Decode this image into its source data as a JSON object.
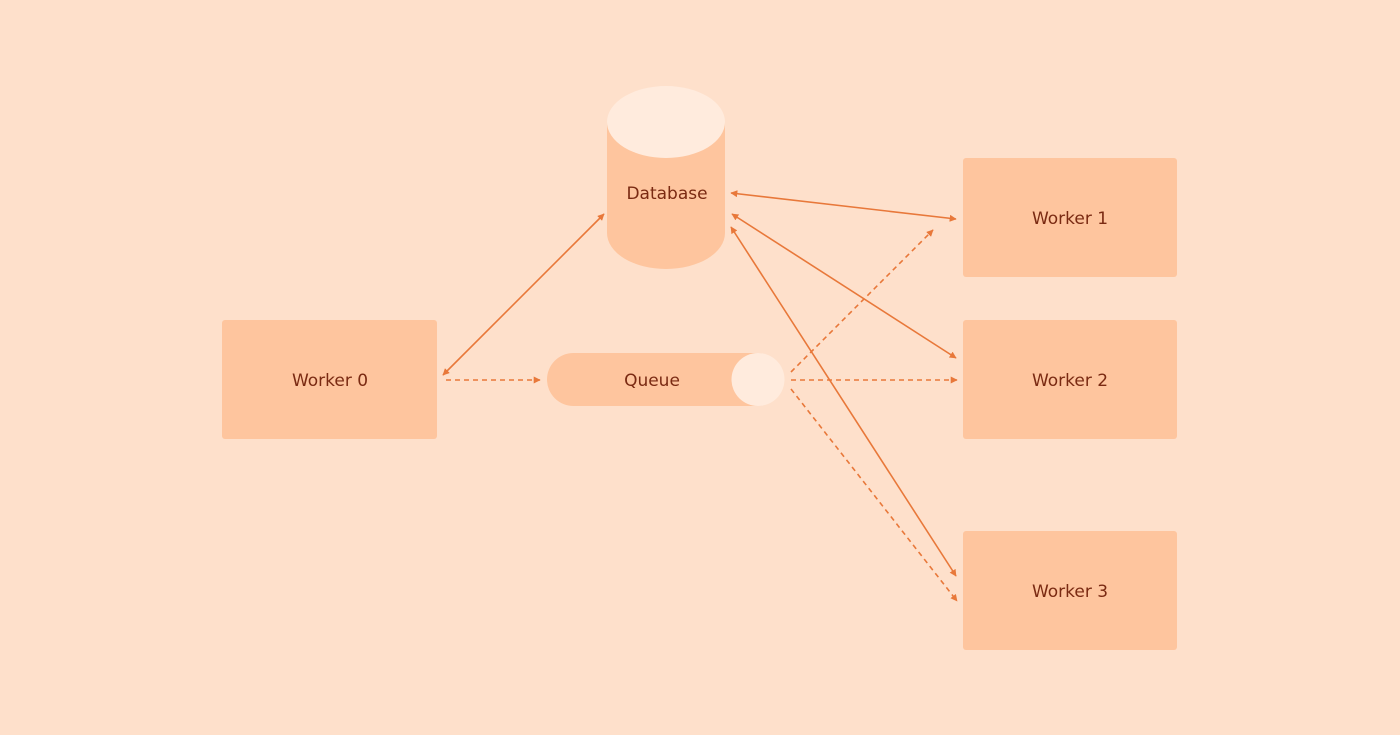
{
  "colors": {
    "background": "#fee0cb",
    "box_fill": "#fec59e",
    "highlight_fill": "#ffebdd",
    "arrow": "#e8783a",
    "label": "#7a2a12"
  },
  "nodes": {
    "database": {
      "label": "Database"
    },
    "queue": {
      "label": "Queue"
    },
    "worker0": {
      "label": "Worker 0"
    },
    "worker1": {
      "label": "Worker 1"
    },
    "worker2": {
      "label": "Worker 2"
    },
    "worker3": {
      "label": "Worker 3"
    }
  },
  "edges": [
    {
      "from": "worker0",
      "to": "database",
      "style": "solid",
      "direction": "both"
    },
    {
      "from": "worker0",
      "to": "queue",
      "style": "dashed",
      "direction": "forward"
    },
    {
      "from": "database",
      "to": "worker1",
      "style": "solid",
      "direction": "both"
    },
    {
      "from": "database",
      "to": "worker2",
      "style": "solid",
      "direction": "both"
    },
    {
      "from": "database",
      "to": "worker3",
      "style": "solid",
      "direction": "both"
    },
    {
      "from": "queue",
      "to": "worker1",
      "style": "dashed",
      "direction": "forward"
    },
    {
      "from": "queue",
      "to": "worker2",
      "style": "dashed",
      "direction": "forward"
    },
    {
      "from": "queue",
      "to": "worker3",
      "style": "dashed",
      "direction": "forward"
    }
  ]
}
